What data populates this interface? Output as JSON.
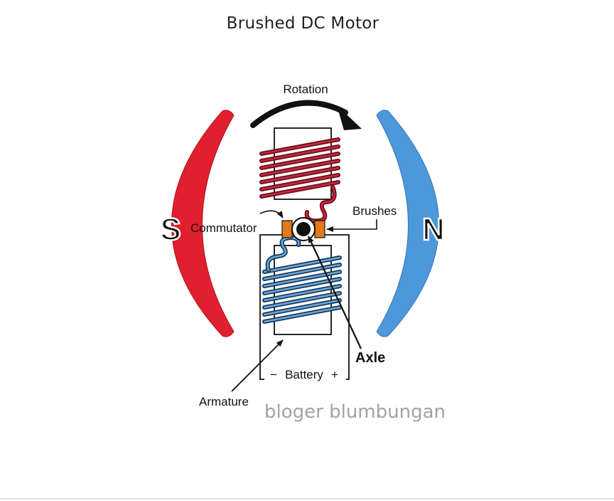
{
  "title": "Brushed DC Motor",
  "labels": {
    "rotation": "Rotation",
    "commutator": "Commutator",
    "brushes": "Brushes",
    "axle": "Axle",
    "battery": "Battery",
    "battery_minus": "−",
    "battery_plus": "+",
    "armature": "Armature",
    "south_pole": "S",
    "north_pole": "N"
  },
  "watermark": "bloger blumbungan",
  "colors": {
    "south_magnet": "#e0202e",
    "north_magnet": "#4d97db",
    "top_coil": "#c8283c",
    "bottom_coil": "#6fa6d6",
    "brush": "#e07a1a",
    "wire": "#111111"
  }
}
